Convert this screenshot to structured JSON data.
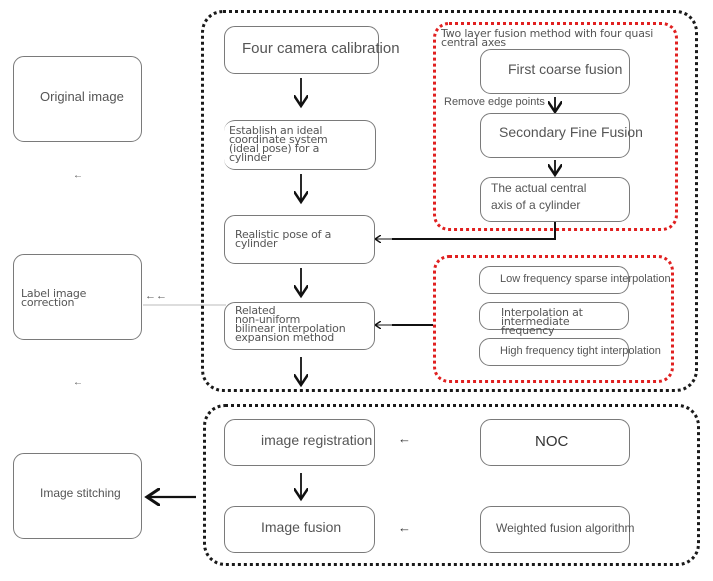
{
  "diagram": {
    "left_column": {
      "original_image": "Original image",
      "label_correction": "Label image correction",
      "image_stitching": "Image stitching",
      "small_arrow_1": "←",
      "small_arrow_2": "←",
      "double_arrow": "←←"
    },
    "upper_group": {
      "four_camera_calibration": "Four camera calibration",
      "establish_ideal_coordinate": [
        "Establish an ideal",
        "coordinate system",
        "(ideal pose) for a",
        "cylinder"
      ],
      "realistic_pose": [
        "Realistic pose of a",
        "cylinder"
      ],
      "related_interpolation": [
        "Related",
        "non-uniform",
        "bilinear interpolation",
        "expansion method"
      ],
      "fusion_subgroup": {
        "title": [
          "Two layer fusion method with four quasi",
          "central axes"
        ],
        "first_coarse_fusion": "First coarse fusion",
        "remove_edge_points": "Remove edge points",
        "secondary_fine_fusion": "Secondary Fine Fusion",
        "actual_central_axis": [
          "The actual central",
          "axis of a cylinder"
        ]
      },
      "interpolation_subgroup": {
        "low_frequency": "Low frequency sparse interpolation",
        "intermediate_frequency": [
          "Interpolation at intermediate",
          "frequency"
        ],
        "high_frequency": "High frequency tight interpolation"
      }
    },
    "lower_group": {
      "image_registration": "image registration",
      "image_fusion": "Image fusion",
      "noc": "NOC",
      "weighted_fusion": "Weighted fusion algorithm",
      "arrow_reg": "←",
      "arrow_fus": "←"
    },
    "colors": {
      "group_border": "#1a1a1a",
      "subgroup_border": "#e02020",
      "box_border": "#7a7a7a",
      "text": "#555555"
    }
  }
}
